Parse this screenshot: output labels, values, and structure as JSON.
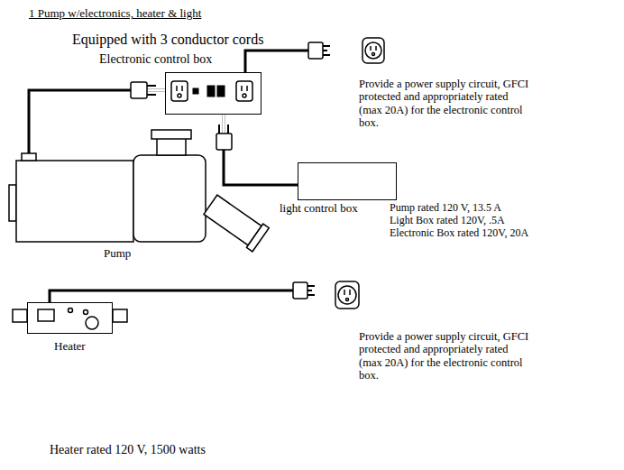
{
  "diagram": {
    "title": "1 Pump w/electronics, heater & light",
    "nodes": [
      {
        "text": [
          "Electronic control box"
        ]
      },
      {
        "text": [
          "Pump"
        ]
      },
      {
        "text": [
          "light control box"
        ]
      },
      {
        "text": [
          "Heater"
        ]
      }
    ],
    "edges": [
      {
        "from": 1,
        "to": 0,
        "arrow": "none"
      },
      {
        "from": 2,
        "to": 0,
        "arrow": "none"
      }
    ],
    "labels": [
      "Equipped with 3 conductor cords",
      "Provide a power supply circuit, GFCI protected and appropriately rated (max 20A) for the electronic control box.",
      "Pump rated 120 V, 13.5 A",
      "Light Box rated 120V, .5A",
      "Electronic Box rated 120V, 20A",
      "Provide a power supply circuit, GFCI protected and appropriately rated (max 20A) for the electronic control box.",
      "Heater rated 120 V, 1500 watts"
    ]
  }
}
